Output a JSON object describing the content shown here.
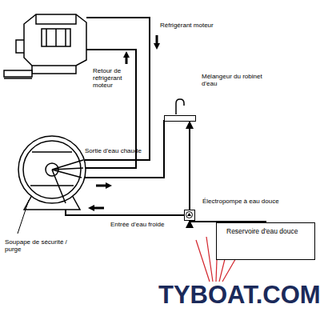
{
  "diagram": {
    "nodes": [
      {
        "text": [
          "Mélangeur du robinet d'eau"
        ]
      },
      {
        "text": [
          "Électropompe à eau douce"
        ]
      },
      {
        "text": [
          "Reservoire d'eau douce"
        ]
      }
    ],
    "edges": [
      {
        "from": 1,
        "to": 0,
        "arrow": "to"
      },
      {
        "from": 2,
        "to": 1,
        "arrow": "to"
      }
    ],
    "labels": [
      "Réfrigérant moteur",
      "Retour de réfrigérant moteur",
      "Sortie d'eau chaude",
      "Entrée d'eau froide",
      "Soupape de sécurité / purge",
      "TYBOAT.COM"
    ]
  }
}
